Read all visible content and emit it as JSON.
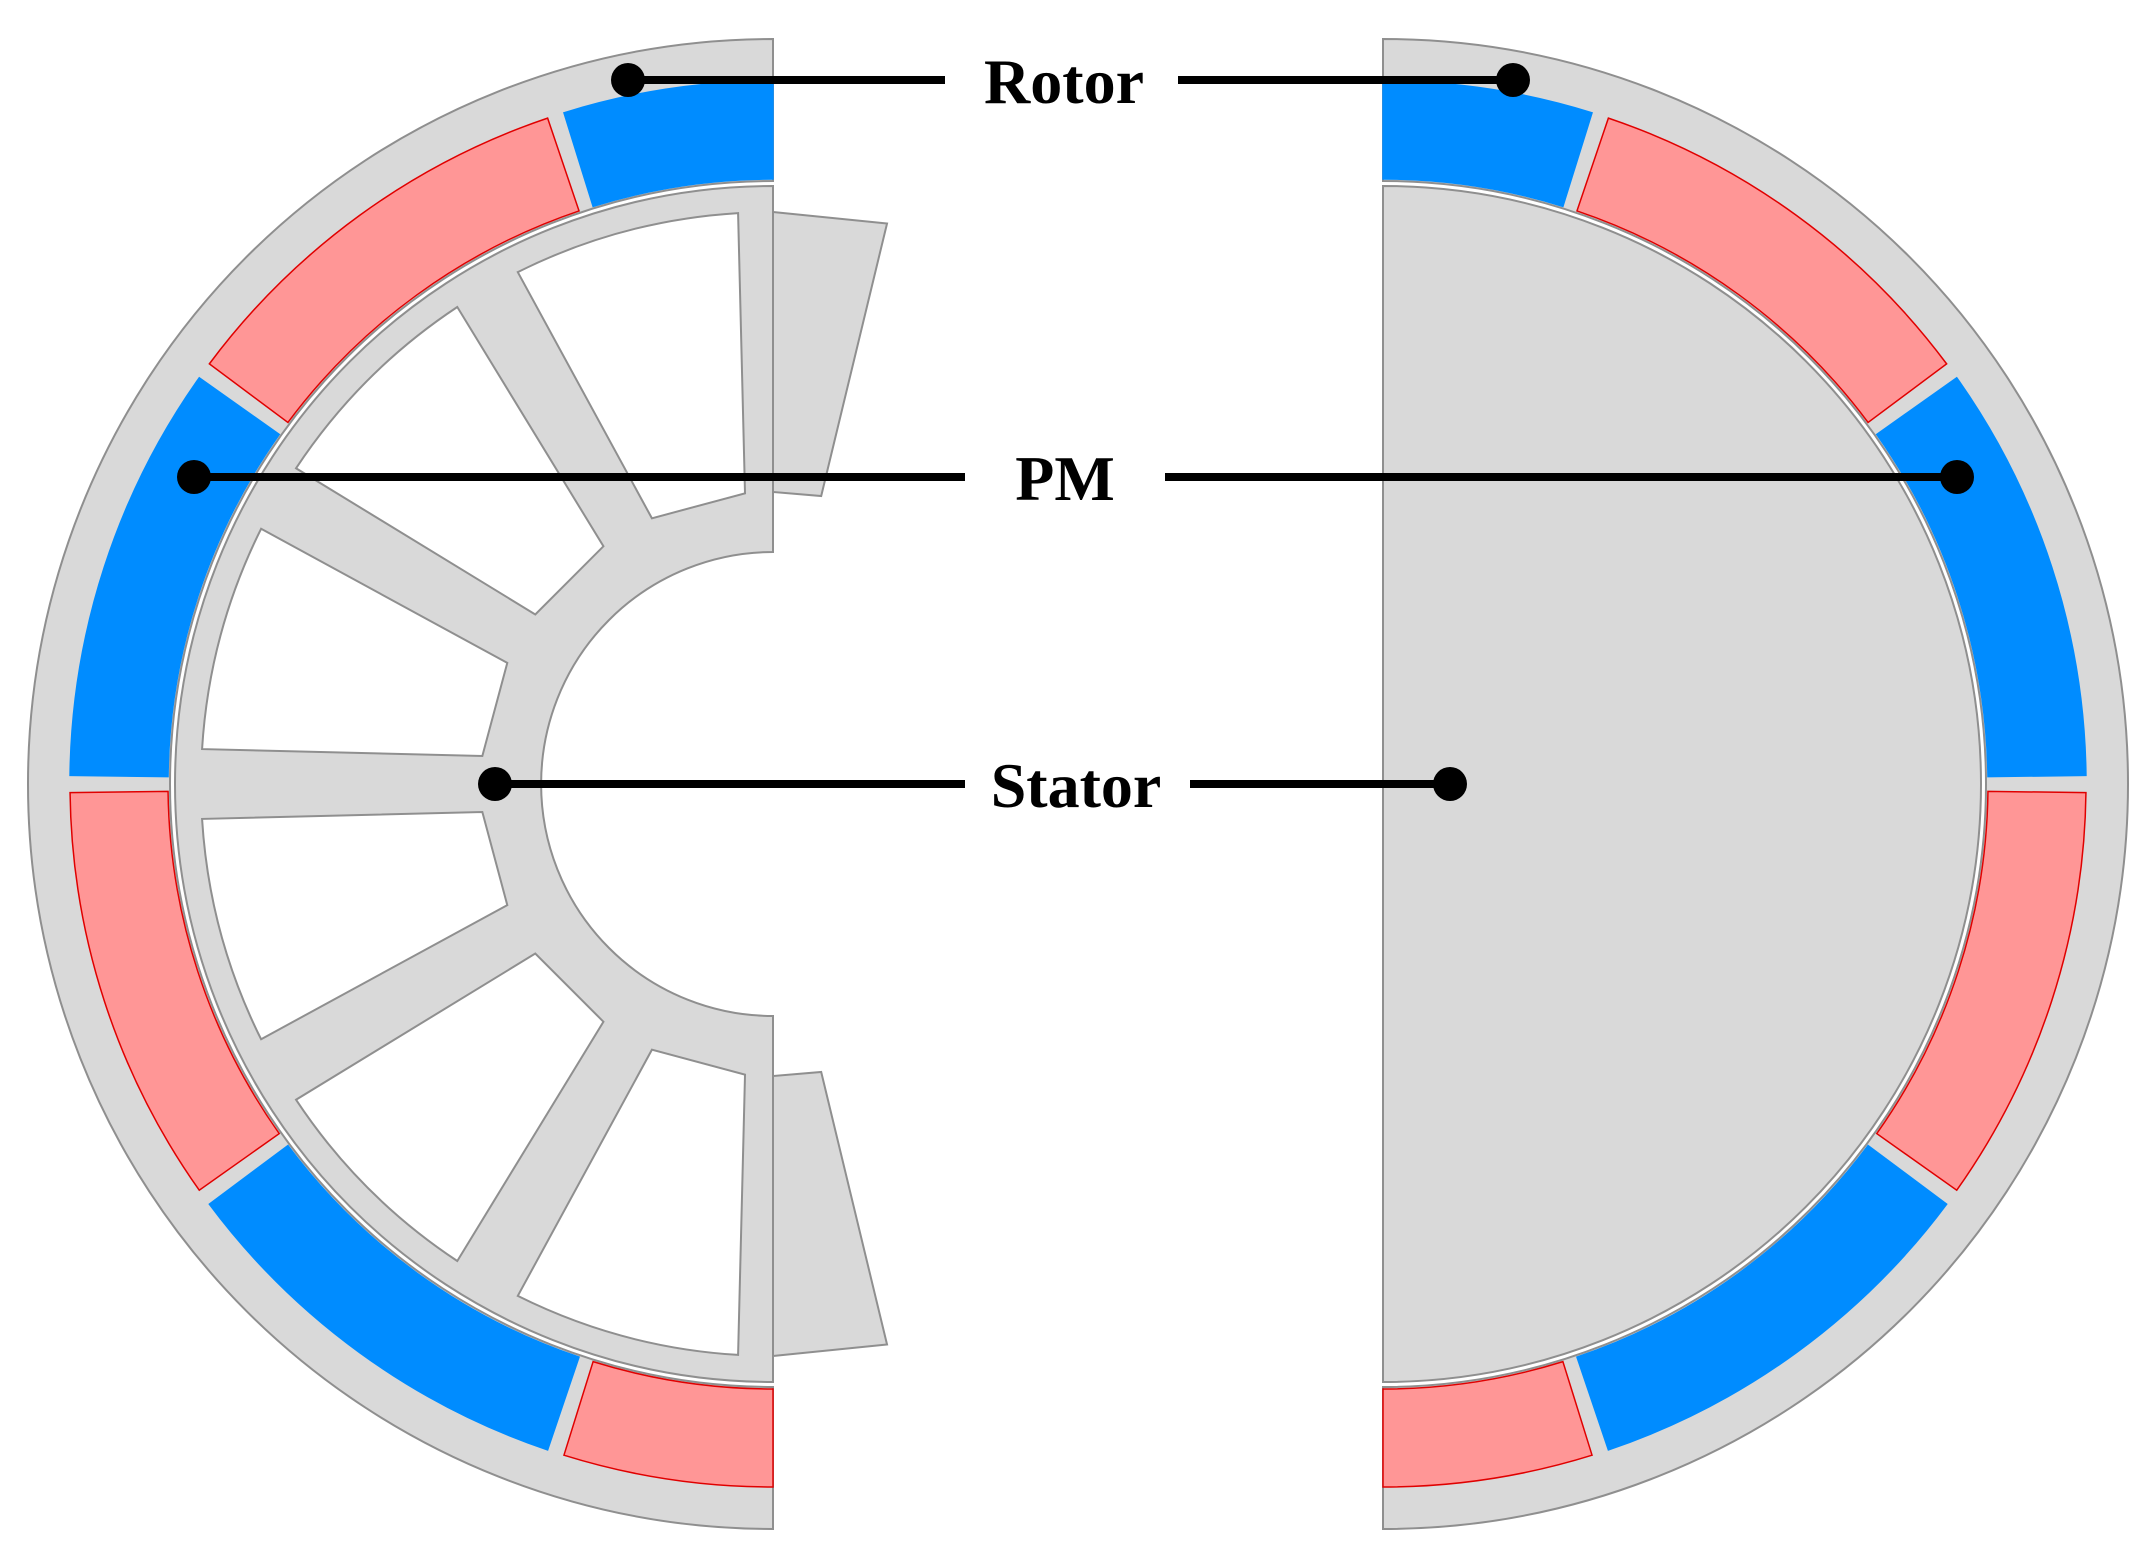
{
  "labels": {
    "rotor": "Rotor",
    "pm": "PM",
    "stator": "Stator"
  },
  "colors": {
    "iron": "#d9d9d9",
    "iron_stroke": "#8f8f8f",
    "magnet_north": "#ff9696",
    "magnet_north_edge": "#e00000",
    "magnet_south": "#008cff",
    "leader": "#000000",
    "background": "#ffffff"
  },
  "machine": {
    "stator_teeth": 12,
    "rotor_poles": 10
  }
}
